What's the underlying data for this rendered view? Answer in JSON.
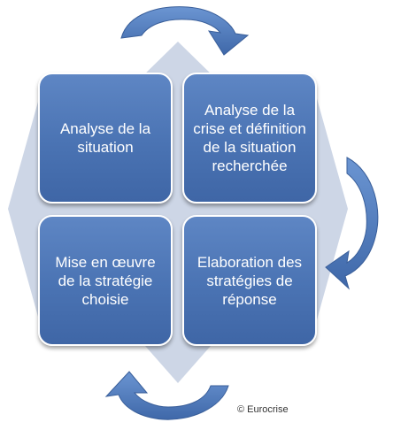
{
  "boxes": {
    "top_left": "Analyse de la situation",
    "top_right": "Analyse de la crise et définition de la situation recherchée",
    "bottom_left": "Mise en œuvre de la stratégie choisie",
    "bottom_right": "Elaboration des stratégies de réponse"
  },
  "copyright": "© Eurocrise",
  "colors": {
    "box_fill": "#4a73b3",
    "cross_fill": "#cdd6e6",
    "arrow_fill": "#4f7cbd",
    "text": "#ffffff"
  }
}
